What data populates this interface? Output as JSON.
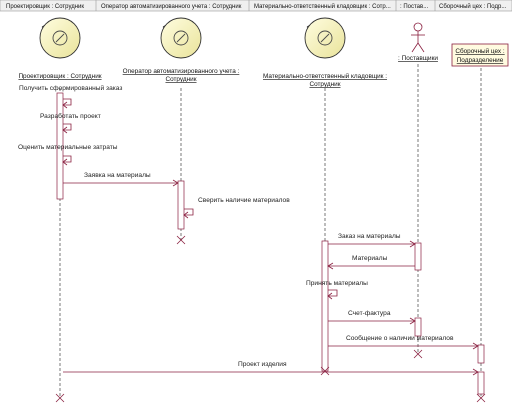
{
  "header": {
    "tabs": [
      "Проектировщик : Сотрудник",
      "Оператор автоматизированного учета : Сотрудник",
      "Материально-ответственный кладовщик : Сотр...",
      ": Постав...",
      "Сборочный цех : Подр..."
    ]
  },
  "objects": [
    {
      "type": "control",
      "label_lines": [
        "Проектировщик : Сотрудник"
      ]
    },
    {
      "type": "control",
      "label_lines": [
        "Оператор автоматизированного учета :",
        "Сотрудник"
      ]
    },
    {
      "type": "control",
      "label_lines": [
        "Материально-ответственный кладовщик :",
        "Сотрудник"
      ]
    },
    {
      "type": "actor",
      "label_lines": [
        ": Поставщики"
      ]
    },
    {
      "type": "box",
      "label_lines": [
        "Сборочный цех :",
        "Подразделение"
      ]
    }
  ],
  "messages": [
    {
      "kind": "self",
      "from": 0,
      "text": "Получить сформированный заказ"
    },
    {
      "kind": "self",
      "from": 0,
      "text": "Разработать проект"
    },
    {
      "kind": "self",
      "from": 0,
      "text": "Оценить материальные затраты"
    },
    {
      "kind": "call",
      "from": 0,
      "to": 1,
      "text": "Заявка на материалы"
    },
    {
      "kind": "self",
      "from": 1,
      "text": "Сверить наличие материалов"
    },
    {
      "kind": "call",
      "from": 2,
      "to": 3,
      "text": "Заказ на материалы"
    },
    {
      "kind": "call",
      "from": 3,
      "to": 2,
      "text": "Материалы"
    },
    {
      "kind": "self",
      "from": 2,
      "text": "Принять материалы"
    },
    {
      "kind": "call",
      "from": 2,
      "to": 3,
      "text": "Счет-фактура"
    },
    {
      "kind": "call",
      "from": 2,
      "to": 4,
      "text": "Сообщение о наличии материалов"
    },
    {
      "kind": "call",
      "from": 0,
      "to": 4,
      "text": "Проект изделия"
    }
  ]
}
